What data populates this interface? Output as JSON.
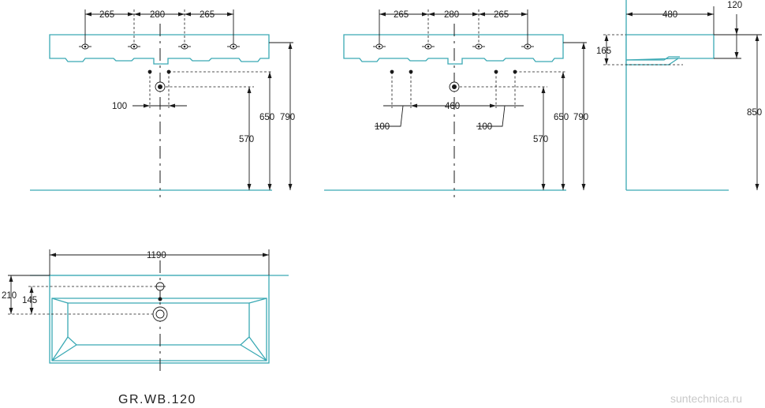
{
  "model": "GR.WB.120",
  "watermark": "suntechnica.ru",
  "dimensions": {
    "hole_spacing_outer": "265",
    "hole_spacing_center": "280",
    "offset_100": "100",
    "tap_spread_460": "460",
    "drain_height_570": "570",
    "tap_height_650": "650",
    "rim_height_790": "790",
    "depth_480": "480",
    "rim_thickness_120": "120",
    "bowl_depth_165": "165",
    "overall_height_850": "850",
    "width_1190": "1190",
    "plan_depth_210": "210",
    "drain_offset_145": "145"
  },
  "colors": {
    "object_line": "#3aa9b4",
    "dimension_line": "#1a1a1a"
  }
}
